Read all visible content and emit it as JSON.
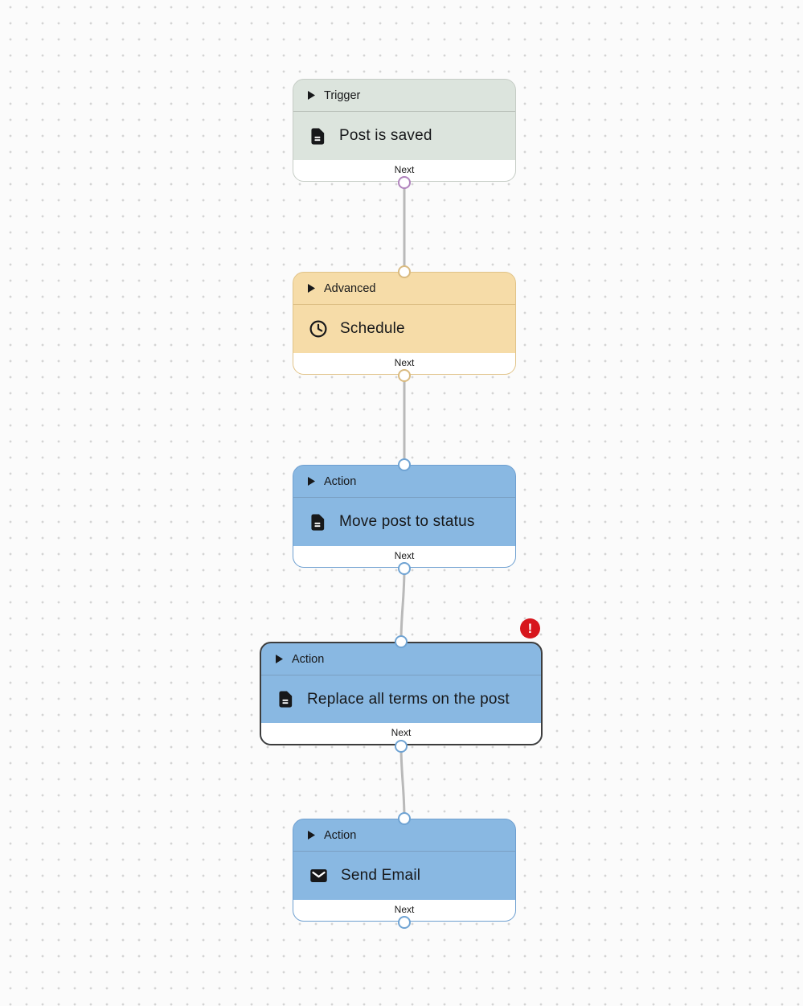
{
  "workflow": {
    "canvas": {
      "background": "#fbfbfb",
      "dot_color": "#d4d4d4",
      "connector_color": "#b9b9b9"
    },
    "nodes": [
      {
        "category": "Trigger",
        "title": "Post is saved",
        "icon": "document-icon",
        "next_label": "Next",
        "selected": false,
        "has_error": false,
        "colors": {
          "bg": "#dce4dd",
          "border": "#c5ccc5",
          "divider": "#b7beb7",
          "output_port": "#b083bd"
        }
      },
      {
        "category": "Advanced",
        "title": "Schedule",
        "icon": "clock-icon",
        "next_label": "Next",
        "selected": false,
        "has_error": false,
        "colors": {
          "bg": "#f6dca8",
          "border": "#e0c388",
          "divider": "#d9bb80",
          "input_port": "#d9ba80",
          "output_port": "#d9ba80"
        }
      },
      {
        "category": "Action",
        "title": "Move post to status",
        "icon": "document-icon",
        "next_label": "Next",
        "selected": false,
        "has_error": false,
        "colors": {
          "bg": "#89b8e2",
          "border": "#6e9fd0",
          "divider": "#7a9fc2",
          "input_port": "#6fa3d3",
          "output_port": "#6fa3d3"
        }
      },
      {
        "category": "Action",
        "title": "Replace all terms on the post",
        "icon": "document-icon",
        "next_label": "Next",
        "selected": true,
        "has_error": true,
        "error_badge_glyph": "!",
        "colors": {
          "bg": "#89b8e2",
          "border": "#3d3d3d",
          "divider": "#7a9fc2",
          "input_port": "#6fa3d3",
          "output_port": "#6fa3d3",
          "error": "#d7161d"
        }
      },
      {
        "category": "Action",
        "title": "Send Email",
        "icon": "email-icon",
        "next_label": "Next",
        "selected": false,
        "has_error": false,
        "colors": {
          "bg": "#89b8e2",
          "border": "#6e9fd0",
          "divider": "#7a9fc2",
          "input_port": "#6fa3d3",
          "output_port": "#6fa3d3"
        }
      }
    ]
  }
}
